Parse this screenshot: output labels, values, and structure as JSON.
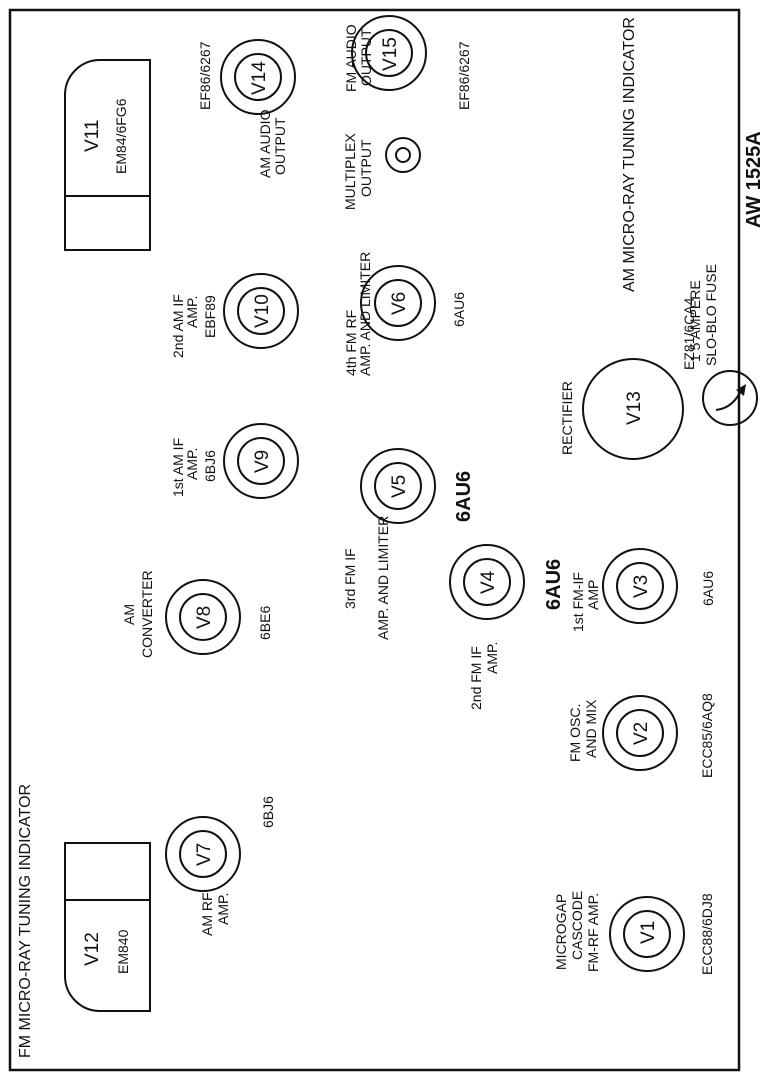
{
  "headers": {
    "fm_indicator": "FM MICRO-RAY TUNING INDICATOR",
    "am_indicator": "AM MICRO-RAY TUNING INDICATOR",
    "diagram_id": "AW 1525A"
  },
  "tubes": {
    "v1": "V1",
    "v2": "V2",
    "v3": "V3",
    "v4": "V4",
    "v5": "V5",
    "v6": "V6",
    "v7": "V7",
    "v8": "V8",
    "v9": "V9",
    "v10": "V10",
    "v11": "V11",
    "v12": "V12",
    "v13": "V13",
    "v14": "V14",
    "v15": "V15"
  },
  "types": {
    "v1": "ECC88/6DJ8",
    "v2": "ECC85/6AQ8",
    "v3": "6AU6",
    "v4": "6AU6",
    "v5": "6AU6",
    "v6": "6AU6",
    "v7": "6BJ6",
    "v8": "6BE6",
    "v9": "6BJ6",
    "v10": "EBF89",
    "v11": "EM84/6FG6",
    "v12": "EM840",
    "v13": "EZ81/6CA4",
    "v14": "EF86/6267",
    "v15": "EF86/6267"
  },
  "functions": {
    "v1": [
      "MICROGAP",
      "CASCODE",
      "FM-RF AMP."
    ],
    "v2": [
      "FM OSC.",
      "AND MIX"
    ],
    "v3": [
      "1st FM-IF",
      "AMP"
    ],
    "v4": [
      "2nd FM IF",
      "AMP."
    ],
    "v5": [
      "3rd FM IF",
      "AMP. AND LIMITER"
    ],
    "v6": [
      "4th FM RF",
      "AMP. AND LIMITER"
    ],
    "v7": [
      "AM RF",
      "AMP."
    ],
    "v8": [
      "AM",
      "CONVERTER"
    ],
    "v9": [
      "1st AM IF",
      "AMP."
    ],
    "v10": [
      "2nd AM IF",
      "AMP."
    ],
    "v13": [
      "RECTIFIER"
    ],
    "v14": [
      "AM AUDIO",
      "OUTPUT"
    ],
    "v15": [
      "FM AUDIO",
      "OUTPUT"
    ],
    "multiplex": [
      "MULTIPLEX",
      "OUTPUT"
    ],
    "fuse": [
      "1 5 AMPERE",
      "SLO-BLO FUSE"
    ]
  }
}
